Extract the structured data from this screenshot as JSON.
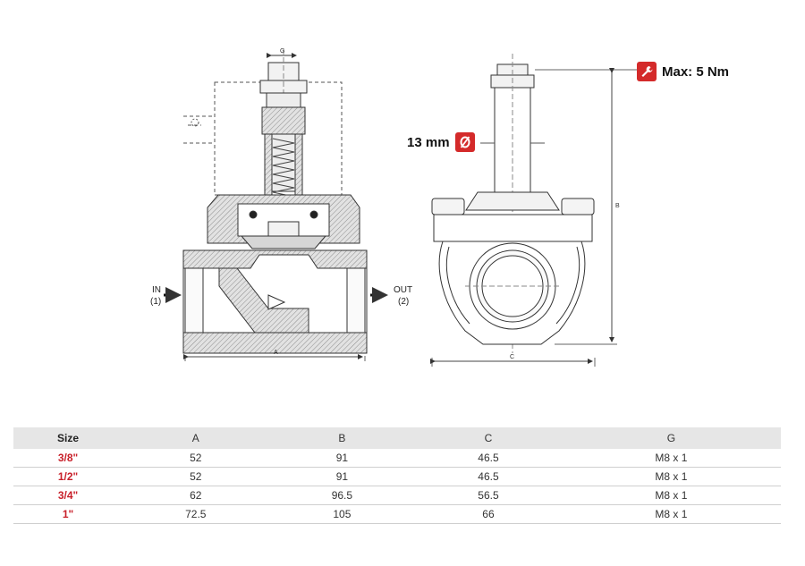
{
  "diagram": {
    "labels": {
      "g": "G",
      "a": "A",
      "b": "B",
      "c": "C",
      "in": "IN",
      "in_port": "(1)",
      "out": "OUT",
      "out_port": "(2)"
    },
    "callouts": {
      "torque": "Max: 5 Nm",
      "wrench_size": "13 mm",
      "wrench_icon": "wrench-icon",
      "diameter_icon": "diameter-icon"
    },
    "colors": {
      "accent": "#d42a2a",
      "section_fill": "#d9d9d9",
      "line": "#333333"
    }
  },
  "table": {
    "headers": [
      "Size",
      "A",
      "B",
      "C",
      "G"
    ],
    "rows": [
      [
        "3/8\"",
        "52",
        "91",
        "46.5",
        "M8 x 1"
      ],
      [
        "1/2\"",
        "52",
        "91",
        "46.5",
        "M8 x 1"
      ],
      [
        "3/4\"",
        "62",
        "96.5",
        "56.5",
        "M8 x 1"
      ],
      [
        "1\"",
        "72.5",
        "105",
        "66",
        "M8 x 1"
      ]
    ]
  }
}
